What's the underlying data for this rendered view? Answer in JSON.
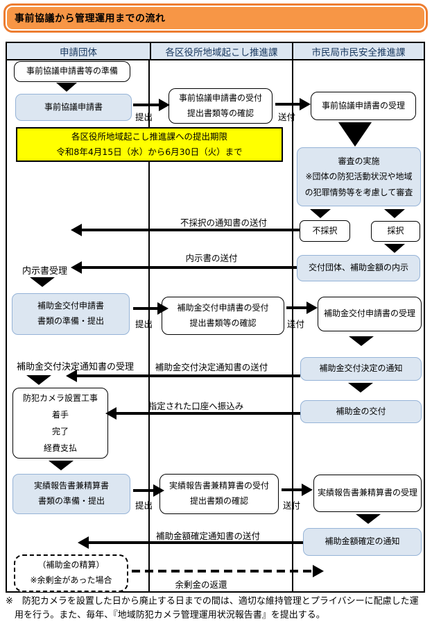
{
  "title": "事前協議から管理運用までの流れ",
  "header": {
    "col1": "申請団体",
    "col2": "各区役所地域起こし推進課",
    "col3": "市民局市民安全推進課"
  },
  "deadline": {
    "line1": "各区役所地域起こし推進課への提出期限",
    "line2": "令和8年4月15日（水）から6月30日（火）まで"
  },
  "applicant": {
    "prep": "事前協議申請書等の準備",
    "preliminary_form": "事前協議申請書",
    "naiji_receipt": "内示書受理",
    "grant_app": {
      "line1": "補助金交付申請書",
      "line2": "書類の準備・提出"
    },
    "decision_receipt": "補助金交付決定通知書の受理",
    "camera": {
      "line1": "防犯カメラ設置工事",
      "line2": "着手",
      "line3": "完了",
      "line4": "経費支払"
    },
    "report": {
      "line1": "実績報告書兼精算書",
      "line2": "書類の準備・提出"
    },
    "settlement": {
      "line1": "（補助金の精算）",
      "line2": "※余剰金があった場合"
    }
  },
  "ward": {
    "preliminary_receipt": {
      "line1": "事前協議申請書の受付",
      "line2": "提出書類等の確認"
    },
    "grant_receipt": {
      "line1": "補助金交付申請書の受付",
      "line2": "提出書類等の確認"
    },
    "report_receipt": {
      "line1": "実績報告書兼精算書の受付",
      "line2": "提出書類の確認"
    }
  },
  "city": {
    "preliminary_accept": "事前協議申請書の受理",
    "review": {
      "line1": "審査の実施",
      "line2": "※団体の防犯活動状況や地域",
      "line3": "の犯罪情勢等を考慮して審査"
    },
    "rejected": "不採択",
    "adopted": "採択",
    "informal_notice": "交付団体、補助金額の内示",
    "grant_accept": "補助金交付申請書の受理",
    "decision_notice": "補助金交付決定の通知",
    "grant_payment": "補助金の交付",
    "report_accept": "実績報告書兼精算書の受理",
    "amount_notice": "補助金額確定の通知"
  },
  "arrows": {
    "submit": "提出",
    "send": "送付",
    "rejection_send": "不採択の通知書の送付",
    "naiji_send": "内示書の送付",
    "decision_send": "補助金交付決定通知書の送付",
    "transfer": "指定された口座へ振込み",
    "amount_send": "補助金額確定通知書の送付",
    "refund": "余剰金の返還"
  },
  "footnote": {
    "line1": "※　防犯カメラを設置した日から廃止する日までの間は、適切な維持管理とプライバシーに配慮した運",
    "line2": "用を行う。また、毎年、『地域防犯カメラ管理運用状況報告書』を提出する。"
  },
  "colors": {
    "banner_orange": "#F79646",
    "banner_border": "#ED7D31",
    "box_blue_fill": "#DCE6F1",
    "box_blue_border": "#95B3D7",
    "header_fill": "#DCE6F1",
    "deadline_yellow": "#FFFF00"
  }
}
